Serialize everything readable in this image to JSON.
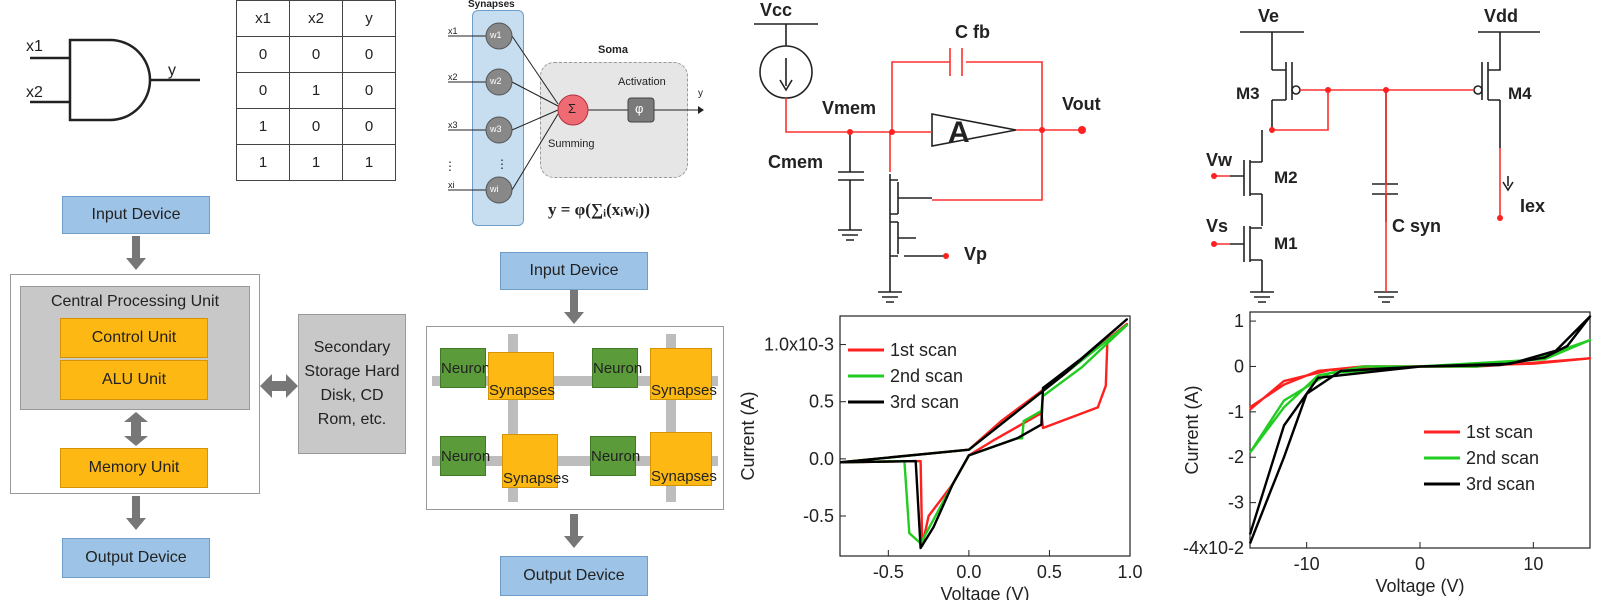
{
  "and_gate": {
    "in1": "x1",
    "in2": "x2",
    "out": "y"
  },
  "truth_table": {
    "header": [
      "x1",
      "x2",
      "y"
    ],
    "rows": [
      [
        "0",
        "0",
        "0"
      ],
      [
        "0",
        "1",
        "0"
      ],
      [
        "1",
        "0",
        "0"
      ],
      [
        "1",
        "1",
        "1"
      ]
    ]
  },
  "neuron_model": {
    "synapses_title": "Synapses",
    "soma_title": "Soma",
    "activation": "Activation",
    "summing": "Summing",
    "phi": "φ",
    "sigma": "Σ",
    "inputs": [
      "x1",
      "x2",
      "x3",
      "xi"
    ],
    "weights": [
      "w1",
      "w2",
      "w3",
      "wi"
    ],
    "output": "y",
    "equation": "y = φ(∑ᵢ(xᵢwᵢ))"
  },
  "von_neumann": {
    "input": "Input Device",
    "cpu_title": "Central Processing Unit",
    "control": "Control Unit",
    "alu": "ALU Unit",
    "memory": "Memory Unit",
    "output": "Output Device",
    "storage": "Secondary Storage Hard Disk, CD Rom, etc."
  },
  "neuromorphic": {
    "input": "Input Device",
    "output": "Output Device",
    "neuron": "Neuron",
    "synapses": "Synapses"
  },
  "circuit_a": {
    "vcc": "Vcc",
    "cfb": "C fb",
    "vmem": "Vmem",
    "amp": "A",
    "vout": "Vout",
    "cmem": "Cmem",
    "vp": "Vp"
  },
  "circuit_b": {
    "ve": "Ve",
    "vdd": "Vdd",
    "m3": "M3",
    "m4": "M4",
    "vw": "Vw",
    "m2": "M2",
    "vs": "Vs",
    "m1": "M1",
    "csyn": "C syn",
    "iex": "Iex"
  },
  "chart_data": [
    {
      "type": "line",
      "xlabel": "Voltage (V)",
      "ylabel": "Current (A)",
      "xlim": [
        -0.8,
        1.0
      ],
      "ylim": [
        -0.00085,
        0.00125
      ],
      "x_ticks": [
        "-0.5",
        "0.0",
        "0.5",
        "1.0"
      ],
      "y_ticks": [
        "1.0x10-3",
        "0.5",
        "0.0",
        "-0.5"
      ],
      "legend_position": "top-left",
      "series": [
        {
          "name": "1st scan",
          "color": "#ff2020",
          "points": [
            [
              -0.8,
              -3e-05
            ],
            [
              -0.3,
              -2e-05
            ],
            [
              -0.29,
              -0.00076
            ],
            [
              -0.25,
              -0.0005
            ],
            [
              -0.1,
              -0.00022
            ],
            [
              0.0,
              3e-05
            ],
            [
              0.15,
              0.00016
            ],
            [
              0.45,
              0.0004
            ],
            [
              0.46,
              0.00027
            ],
            [
              0.8,
              0.00045
            ],
            [
              0.85,
              0.00064
            ],
            [
              0.86,
              0.00103
            ],
            [
              0.98,
              0.00118
            ],
            [
              0.98,
              0.00118
            ],
            [
              0.6,
              0.00075
            ],
            [
              0.2,
              0.00033
            ],
            [
              0.0,
              8e-05
            ],
            [
              -0.8,
              -3e-05
            ]
          ]
        },
        {
          "name": "2nd scan",
          "color": "#22cc22",
          "points": [
            [
              -0.8,
              -3e-05
            ],
            [
              -0.4,
              -2e-05
            ],
            [
              -0.37,
              -0.00065
            ],
            [
              -0.3,
              -0.00074
            ],
            [
              -0.1,
              -0.00022
            ],
            [
              0.0,
              3e-05
            ],
            [
              0.3,
              0.00018
            ],
            [
              0.33,
              0.00018
            ],
            [
              0.34,
              0.00033
            ],
            [
              0.45,
              0.00042
            ],
            [
              0.46,
              0.00055
            ],
            [
              0.7,
              0.0008
            ],
            [
              0.98,
              0.00117
            ],
            [
              0.6,
              0.00075
            ],
            [
              0.0,
              8e-05
            ],
            [
              -0.8,
              -3e-05
            ]
          ]
        },
        {
          "name": "3rd scan",
          "color": "#000000",
          "points": [
            [
              -0.8,
              -3e-05
            ],
            [
              -0.33,
              -2e-05
            ],
            [
              -0.3,
              -0.00078
            ],
            [
              -0.22,
              -0.0006
            ],
            [
              -0.1,
              -0.00022
            ],
            [
              0.0,
              3e-05
            ],
            [
              0.3,
              0.00018
            ],
            [
              0.45,
              0.0003
            ],
            [
              0.46,
              0.00062
            ],
            [
              0.7,
              0.00088
            ],
            [
              0.98,
              0.00122
            ],
            [
              0.6,
              0.00075
            ],
            [
              0.0,
              8e-05
            ],
            [
              -0.8,
              -3e-05
            ]
          ]
        }
      ]
    },
    {
      "type": "line",
      "xlabel": "Voltage (V)",
      "ylabel": "Current (A)",
      "xlim": [
        -15,
        15
      ],
      "ylim": [
        -0.04,
        0.012
      ],
      "x_ticks": [
        "-10",
        "0",
        "10"
      ],
      "y_ticks": [
        "1",
        "0",
        "-1",
        "-2",
        "-3",
        "-4x10-2"
      ],
      "legend_position": "bottom-right",
      "series": [
        {
          "name": "1st scan",
          "color": "#ff2020",
          "points": [
            [
              -15,
              -0.009
            ],
            [
              -12,
              -0.004
            ],
            [
              -9,
              -0.001
            ],
            [
              -5,
              0.0
            ],
            [
              5,
              0.0
            ],
            [
              10,
              0.0008
            ],
            [
              15,
              0.0018
            ],
            [
              10,
              0.0006
            ],
            [
              0,
              0.0
            ],
            [
              -8,
              -0.0008
            ],
            [
              -12,
              -0.0032
            ],
            [
              -15,
              -0.0095
            ]
          ]
        },
        {
          "name": "2nd scan",
          "color": "#22cc22",
          "points": [
            [
              -15,
              -0.019
            ],
            [
              -12,
              -0.009
            ],
            [
              -9,
              -0.002
            ],
            [
              -5,
              0.0
            ],
            [
              5,
              0.0
            ],
            [
              10,
              0.0015
            ],
            [
              15,
              0.0058
            ],
            [
              11,
              0.0016
            ],
            [
              0,
              0.0
            ],
            [
              -8,
              -0.0015
            ],
            [
              -12,
              -0.0075
            ],
            [
              -15,
              -0.019
            ]
          ]
        },
        {
          "name": "3rd scan",
          "color": "#000000",
          "points": [
            [
              -15,
              -0.039
            ],
            [
              -12,
              -0.02
            ],
            [
              -10,
              -0.006
            ],
            [
              -7,
              -0.001
            ],
            [
              0,
              0.0
            ],
            [
              7,
              0.0003
            ],
            [
              11,
              0.002
            ],
            [
              13,
              0.0045
            ],
            [
              15,
              0.011
            ],
            [
              12,
              0.0035
            ],
            [
              8,
              0.0006
            ],
            [
              0,
              0.0
            ],
            [
              -9,
              -0.0025
            ],
            [
              -12,
              -0.013
            ],
            [
              -15,
              -0.037
            ]
          ]
        }
      ]
    }
  ]
}
